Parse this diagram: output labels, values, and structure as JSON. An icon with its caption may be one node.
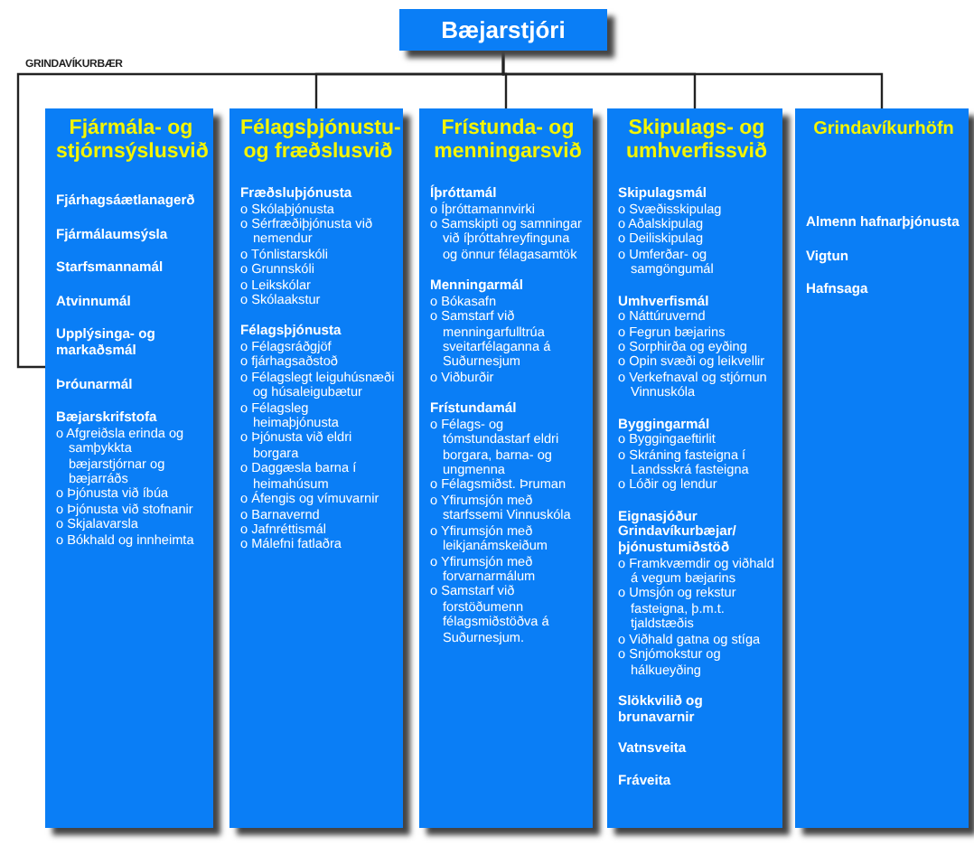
{
  "diagram": {
    "nodes": [
      {
        "text": [
          "Bæjarstjóri"
        ]
      },
      {
        "text": [
          "Fjármála- og stjórnsýslusvið",
          "Fjárhagsáætlanagerð",
          "Fjármálaumsýsla",
          "Starfsmannamál",
          "Atvinnumál",
          "Upplýsinga- og markaðsmál",
          "Þróunarmál",
          "Bæjarskrifstofa",
          "o Afgreiðsla erinda og samþykkta bæjarstjórnar og bæjarráðs",
          "o Þjónusta við íbúa",
          "o Þjónusta við stofnanir",
          "o Skjalavarsla",
          "o Bókhald og innheimta"
        ]
      },
      {
        "text": [
          "Félagsþjónustu- og fræðslusvið",
          "Fræðsluþjónusta",
          "o Skólaþjónusta",
          "o Sérfræðiþjónusta við nemendur",
          "o Tónlistarskóli",
          "o Grunnskóli",
          "o Leikskólar",
          "o Skólaakstur",
          "Félagsþjónusta",
          "o Félagsráðgjöf",
          "o fjárhagsaðstoð",
          "o Félagslegt leiguhúsnæði og húsaleigubætur",
          "o Félagsleg heimaþjónusta",
          "o Þjónusta við eldri borgara",
          "o Daggæsla barna í heimahúsum",
          "o Áfengis og vímuvarnir",
          "o Barnavernd",
          "o Jafnréttismál",
          "o Málefni fatlaðra"
        ]
      },
      {
        "text": [
          "Frístunda- og menningarsvið",
          "Íþróttamál",
          "o Íþróttamannvirki",
          "o Samskipti og samningar við íþróttahreyfinguna og önnur félagasamtök",
          "Menningarmál",
          "o Bókasafn",
          "o Samstarf við menningarfulltrúa sveitarfélaganna á Suðurnesjum",
          "o Viðburðir",
          "Frístundamál",
          "o Félags- og tómstundastarf eldri borgara, barna- og ungmenna",
          "o Félagsmiðst. Þruman",
          "o Yfirumsjón með starfssemi Vinnuskóla",
          "o Yfirumsjón með leikjanámskeiðum",
          "o Yfirumsjón með forvarnarmálum",
          "o Samstarf við forstöðumenn félagsmiðstöðva á Suðurnesjum."
        ]
      },
      {
        "text": [
          "Skipulags- og umhverfissvið",
          "Skipulagsmál",
          "o Svæðisskipulag",
          "o Aðalskipulag",
          "o Deiliskipulag",
          "o Umferðar- og samgöngumál",
          "Umhverfismál",
          "o Náttúruvernd",
          "o Fegrun bæjarins",
          "o Sorphirða og eyðing",
          "o Opin svæði og leikvellir",
          "o Verkefnaval og stjórnun Vinnuskóla",
          "Byggingarmál",
          "o Byggingaeftirlit",
          "o Skráning fasteigna í Landsskrá fasteigna",
          "o Lóðir og lendur",
          "Eignasjóður Grindavíkurbæjar/þjónustumiðstöð",
          "o Framkvæmdir og viðhald á vegum bæjarins",
          "o Umsjón og rekstur fasteigna, þ.m.t. tjaldstæðis",
          "o Viðhald gatna og stíga",
          "o Snjómokstur og hálkueyðing",
          "Slökkvilið og brunavarnir",
          "Vatnsveita",
          "Fráveita"
        ]
      },
      {
        "text": [
          "Grindavíkurhöfn",
          "Almenn hafnarþjónusta",
          "Vigtun",
          "Hafnsaga"
        ]
      }
    ],
    "edges": [
      {
        "from": 0,
        "to": 1,
        "arrow": "none"
      },
      {
        "from": 0,
        "to": 2,
        "arrow": "none"
      },
      {
        "from": 0,
        "to": 3,
        "arrow": "none"
      },
      {
        "from": 0,
        "to": 4,
        "arrow": "none"
      },
      {
        "from": 0,
        "to": 5,
        "arrow": "none"
      }
    ],
    "labels": [
      "GRINDAVÍKURBÆR"
    ]
  }
}
